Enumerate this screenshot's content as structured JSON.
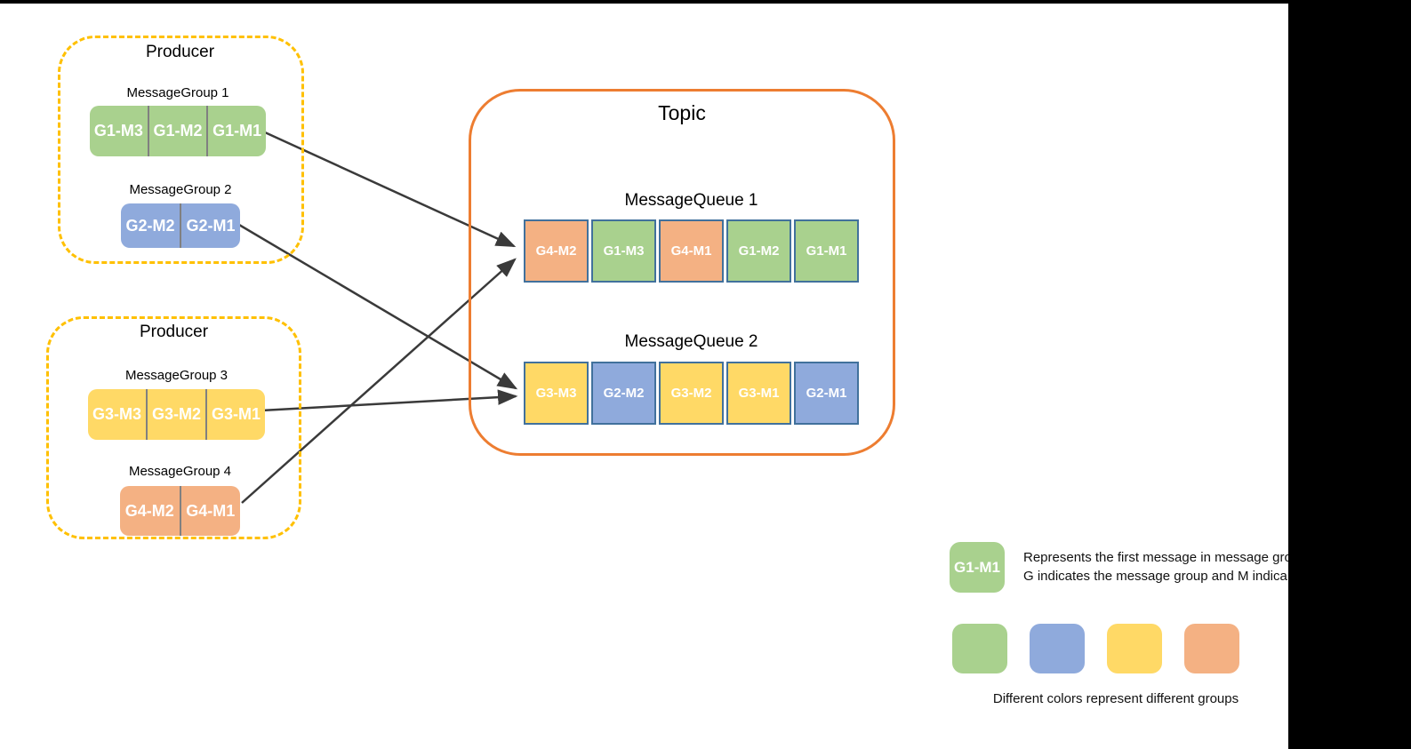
{
  "producers": [
    {
      "title": "Producer",
      "groups": [
        {
          "label": "MessageGroup 1",
          "color": "green",
          "messages": [
            "G1-M3",
            "G1-M2",
            "G1-M1"
          ]
        },
        {
          "label": "MessageGroup 2",
          "color": "blue",
          "messages": [
            "G2-M2",
            "G2-M1"
          ]
        }
      ]
    },
    {
      "title": "Producer",
      "groups": [
        {
          "label": "MessageGroup 3",
          "color": "yellow",
          "messages": [
            "G3-M3",
            "G3-M2",
            "G3-M1"
          ]
        },
        {
          "label": "MessageGroup 4",
          "color": "orange",
          "messages": [
            "G4-M2",
            "G4-M1"
          ]
        }
      ]
    }
  ],
  "topic": {
    "title": "Topic",
    "queues": [
      {
        "label": "MessageQueue 1",
        "cells": [
          {
            "text": "G4-M2",
            "color": "orange"
          },
          {
            "text": "G1-M3",
            "color": "green"
          },
          {
            "text": "G4-M1",
            "color": "orange"
          },
          {
            "text": "G1-M2",
            "color": "green"
          },
          {
            "text": "G1-M1",
            "color": "green"
          }
        ]
      },
      {
        "label": "MessageQueue 2",
        "cells": [
          {
            "text": "G3-M3",
            "color": "yellow"
          },
          {
            "text": "G2-M2",
            "color": "blue"
          },
          {
            "text": "G3-M2",
            "color": "yellow"
          },
          {
            "text": "G3-M1",
            "color": "yellow"
          },
          {
            "text": "G2-M1",
            "color": "blue"
          }
        ]
      }
    ]
  },
  "legend": {
    "sample_label": "G1-M1",
    "line1": "Represents the first message in message gro",
    "line2": "G indicates the message group and M indica",
    "swatches": [
      "green",
      "blue",
      "yellow",
      "orange"
    ],
    "caption": "Different colors represent different groups"
  },
  "colors": {
    "green": "#A9D18E",
    "blue": "#8FAADC",
    "yellow": "#FFD966",
    "orange": "#F4B183",
    "producer_border": "#FFC000",
    "topic_border": "#ED7D31",
    "queue_cell_border": "#41719C",
    "arrow": "#3A3A3A"
  }
}
